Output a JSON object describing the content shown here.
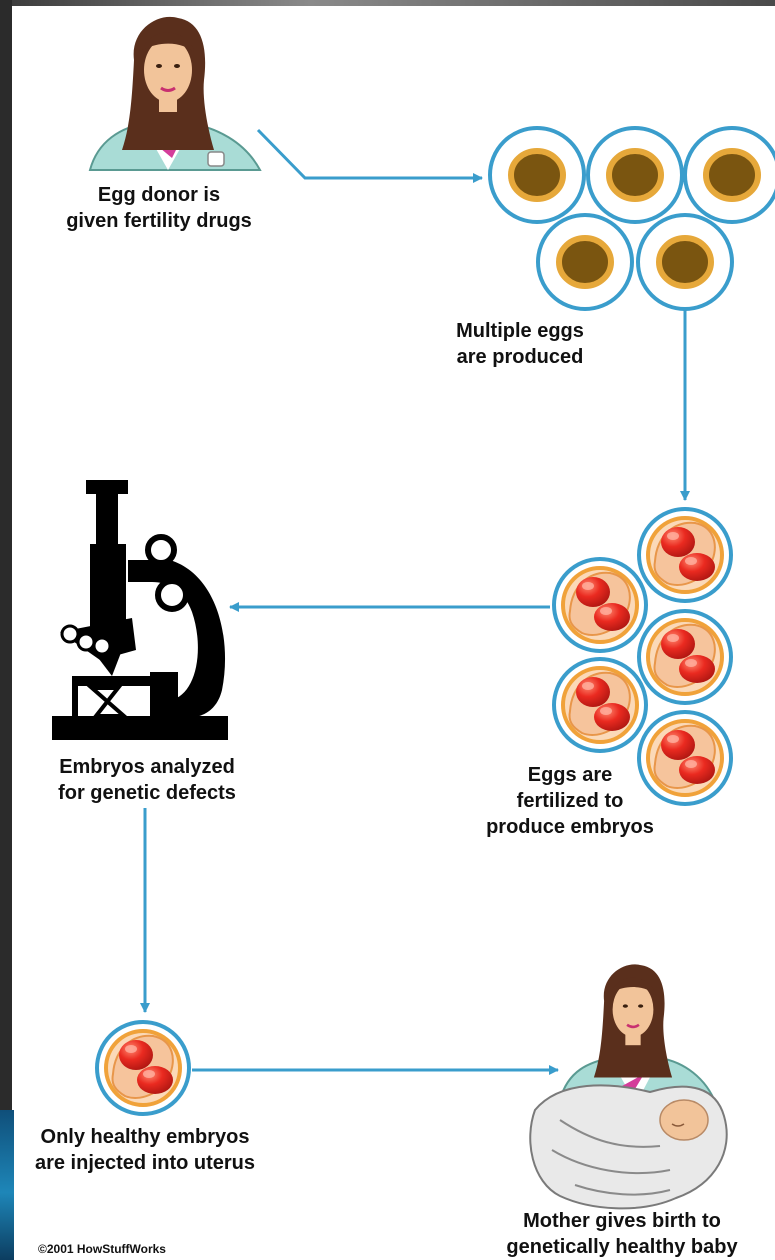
{
  "steps": {
    "donor": "Egg donor is\ngiven fertility drugs",
    "eggs": "Multiple eggs\nare produced",
    "fertilized": "Eggs are\nfertilized to\nproduce embryos",
    "analyzed": "Embryos analyzed\nfor genetic defects",
    "injected": "Only healthy embryos\nare injected into uterus",
    "birth": "Mother gives birth to\ngenetically healthy baby"
  },
  "copyright": "©2001 HowStuffWorks",
  "colors": {
    "arrow": "#3a9dcc",
    "cell_ring": "#3a9dcc",
    "egg_yolk": "#7a5510",
    "egg_rim": "#e6a83a",
    "embryo_red": "#e8231f",
    "embryo_peach": "#f6c49c"
  },
  "icons": [
    "woman-icon",
    "egg-cell-icon",
    "embryo-icon",
    "microscope-icon",
    "mother-baby-icon"
  ]
}
